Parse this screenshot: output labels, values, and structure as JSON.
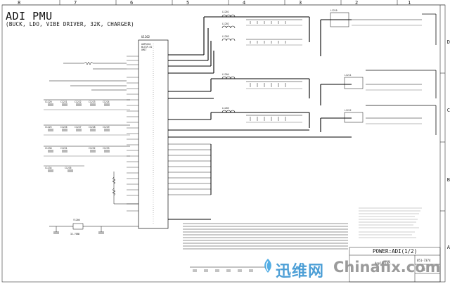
{
  "schematic": {
    "title": "ADI PMU",
    "subtitle": "(BUCK, LDO, VIBE DRIVER, 32K, CHARGER)",
    "zone_columns": [
      "8",
      "7",
      "6",
      "5",
      "4",
      "3",
      "2",
      "1"
    ],
    "zone_rows": [
      "D",
      "C",
      "B",
      "A"
    ],
    "main_ic": {
      "refdes": "U1202",
      "lines": [
        "ADP5XXX",
        "WLCSP-81",
        "OMIT"
      ]
    },
    "buck_inductors": [
      "L1201",
      "L1202",
      "L1203",
      "L1204",
      "L1205"
    ],
    "output_inductors": [
      "L1210",
      "L1211",
      "L1212"
    ],
    "left_caps": [
      "C1220",
      "C1221",
      "C1222",
      "C1223",
      "C1224",
      "C1225",
      "C1226",
      "C1227",
      "C1228",
      "C1229",
      "C1230",
      "C1231",
      "C1232",
      "C1233",
      "C1234",
      "C1235"
    ],
    "crystal": {
      "refdes": "Y1200",
      "label": "32.768K"
    },
    "title_block": {
      "title": "POWER:ADI(1/2)",
      "company": "Apple Inc.",
      "doc_number": "051-7374",
      "rev": "12"
    }
  },
  "watermark": {
    "cn": "迅维网",
    "en": "Chinafix.com"
  },
  "colors": {
    "wire": "#111111",
    "bus": "#000000",
    "text": "#222222",
    "watermark_blue": "#2f8fd0",
    "watermark_gray": "#8a8a8a"
  }
}
